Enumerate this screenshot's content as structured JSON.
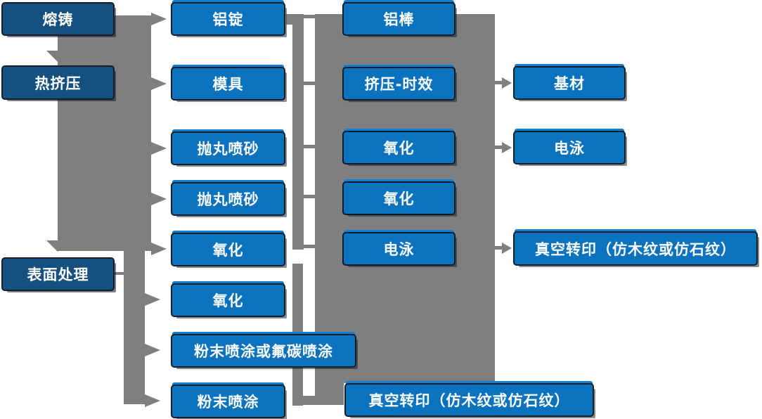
{
  "colors": {
    "node_blue": "#0B72BE",
    "node_dark": "#15507E",
    "node_highlight": "#0E7FD4",
    "connector": "#7F7F7F",
    "text": "#FFFFFF",
    "background": "#FFFFFF"
  },
  "flowchart": {
    "stage_column": [
      {
        "label": "熔铸"
      },
      {
        "label": "热挤压"
      },
      {
        "label": "表面处理"
      }
    ],
    "column2": [
      {
        "label": "铝锭"
      },
      {
        "label": "模具"
      },
      {
        "label": "抛丸喷砂"
      },
      {
        "label": "抛丸喷砂"
      },
      {
        "label": "氧化"
      },
      {
        "label": "氧化"
      },
      {
        "label": "粉末喷涂或氟碳喷涂"
      },
      {
        "label": "粉末喷涂"
      }
    ],
    "column3": [
      {
        "label": "铝棒"
      },
      {
        "label": "挤压-时效"
      },
      {
        "label": "氧化"
      },
      {
        "label": "氧化"
      },
      {
        "label": "电泳"
      },
      {
        "label": "真空转印（仿木纹或仿石纹）"
      }
    ],
    "column4": [
      {
        "label": "基材"
      },
      {
        "label": "电泳"
      },
      {
        "label": "真空转印（仿木纹或仿石纹）"
      }
    ]
  }
}
